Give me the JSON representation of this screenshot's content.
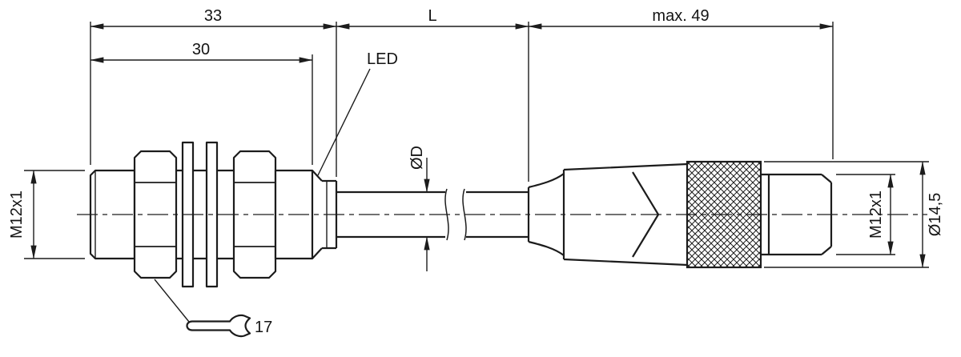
{
  "dims": {
    "total_length": "33",
    "thread_length": "30",
    "cable_length": "L",
    "connector_length": "max. 49",
    "sensor_thread": "M12x1",
    "cable_diameter": "ØD",
    "connector_thread": "M12x1",
    "connector_diameter": "Ø14,5",
    "wrench_size": "17"
  },
  "labels": {
    "led": "LED"
  },
  "icons": {
    "wrench": "open-end-wrench-icon"
  },
  "colors": {
    "line": "#1c1c1c",
    "background": "#ffffff"
  }
}
